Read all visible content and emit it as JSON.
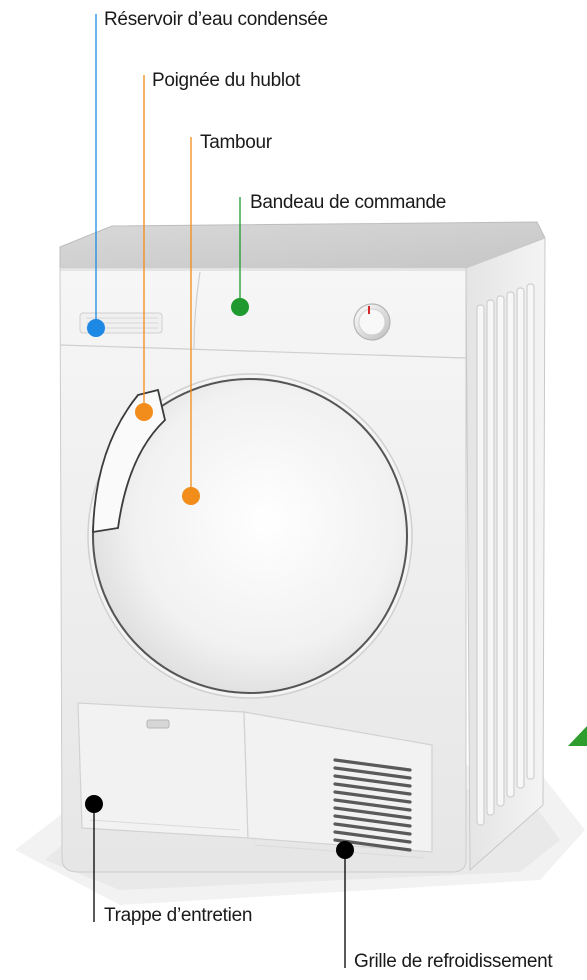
{
  "diagram": {
    "labels": {
      "reservoir": "Réservoir d’eau condensée",
      "poignee": "Poignée du hublot",
      "tambour": "Tambour",
      "bandeau": "Bandeau de commande",
      "trappe": "Trappe d’entretien",
      "grille": "Grille de refroidissement"
    },
    "colors": {
      "reservoir": "#1e88e5",
      "poignee": "#f28c1a",
      "tambour": "#f28c1a",
      "bandeau": "#1e9a2e",
      "trappe": "#000000",
      "grille": "#000000",
      "corner_mark": "#2e9d2e"
    }
  }
}
